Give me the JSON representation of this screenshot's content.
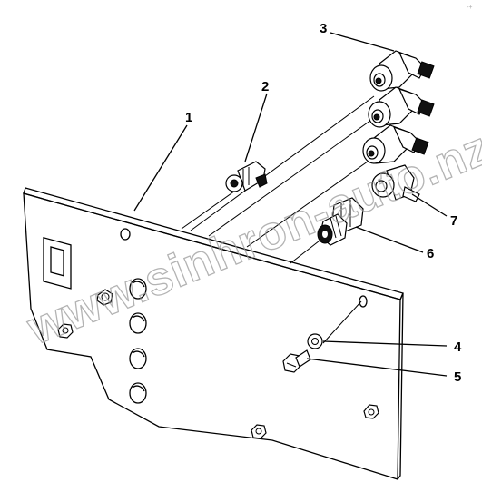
{
  "corner_mark": "-+",
  "watermark": "www.sinhron-auto.nz",
  "callouts": [
    {
      "id": "c1",
      "label": "1"
    },
    {
      "id": "c2",
      "label": "2"
    },
    {
      "id": "c3",
      "label": "3"
    },
    {
      "id": "c4",
      "label": "4"
    },
    {
      "id": "c5",
      "label": "5"
    },
    {
      "id": "c6",
      "label": "6"
    },
    {
      "id": "c7",
      "label": "7"
    }
  ],
  "parts": {
    "panel": "mounting-panel",
    "connector_small": "connector-fitting",
    "elbow_fittings": "elbow-fitting",
    "washer": "washer",
    "bolt": "bolt",
    "bulkhead_fitting": "bulkhead-fitting",
    "cap": "cap-fitting"
  }
}
